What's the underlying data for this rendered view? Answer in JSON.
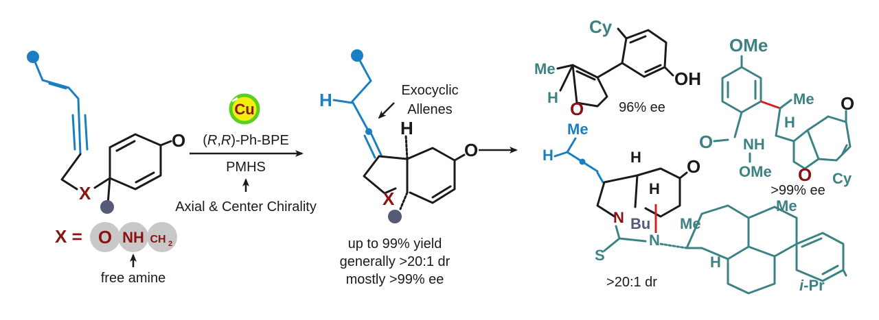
{
  "reagents": {
    "catalyst_metal": "Cu",
    "ligand_prefix": "(",
    "ligand_r1": "R",
    "ligand_comma": ",",
    "ligand_r2": "R",
    "ligand_suffix": ")-Ph-BPE",
    "reductant": "PMHS",
    "chirality_note": "Axial & Center Chirality"
  },
  "substrate": {
    "x_label": "X",
    "ketone_o": "O",
    "x_equals": "X =",
    "options": [
      "O",
      "NH",
      "CH"
    ],
    "ch2_sub": "2",
    "amine_note": "free amine"
  },
  "product": {
    "h": "H",
    "h_allene": "H",
    "ketone_o": "O",
    "x_label": "X",
    "callout": [
      "Exocyclic",
      "Allenes"
    ],
    "results": [
      "up to 99% yield",
      "generally >20:1 dr",
      "mostly >99% ee"
    ]
  },
  "derivatives": {
    "furan": {
      "cy": "Cy",
      "me": "Me",
      "h": "H",
      "o": "O",
      "oh": "OH",
      "ee": "96% ee"
    },
    "hydroxamate": {
      "ome_top": "OMe",
      "me": "Me",
      "ketone_o": "O",
      "amide_o": "O",
      "nh": "NH",
      "ome_n": "OMe",
      "h": "H",
      "ring_o": "O",
      "cy": "Cy",
      "ee": ">99% ee"
    },
    "tetracycle": {
      "me_allene": "Me",
      "h_allene": "H",
      "h_top": "H",
      "h_mid": "H",
      "ketone_o": "O",
      "n1": "N",
      "bu": "Bu",
      "n2": "N",
      "s": "S",
      "me1": "Me",
      "me2": "Me",
      "h_low": "H",
      "ipr_i": "i",
      "ipr_rest": "-Pr",
      "dr": ">20:1 dr"
    }
  },
  "colors": {
    "blue": "#1a7fc0",
    "dark_red": "#8a1212",
    "teal": "#3c8284",
    "slate": "#555a78",
    "cu_yellow": "#f2ef10",
    "cu_green": "#5ad01e",
    "bond_red": "#d21f1f",
    "bubble_gray": "#c8c8c8"
  },
  "icons": [
    "cu-catalyst-icon",
    "reaction-arrow-icon",
    "up-arrow-icon",
    "pointer-arrow-icon"
  ]
}
